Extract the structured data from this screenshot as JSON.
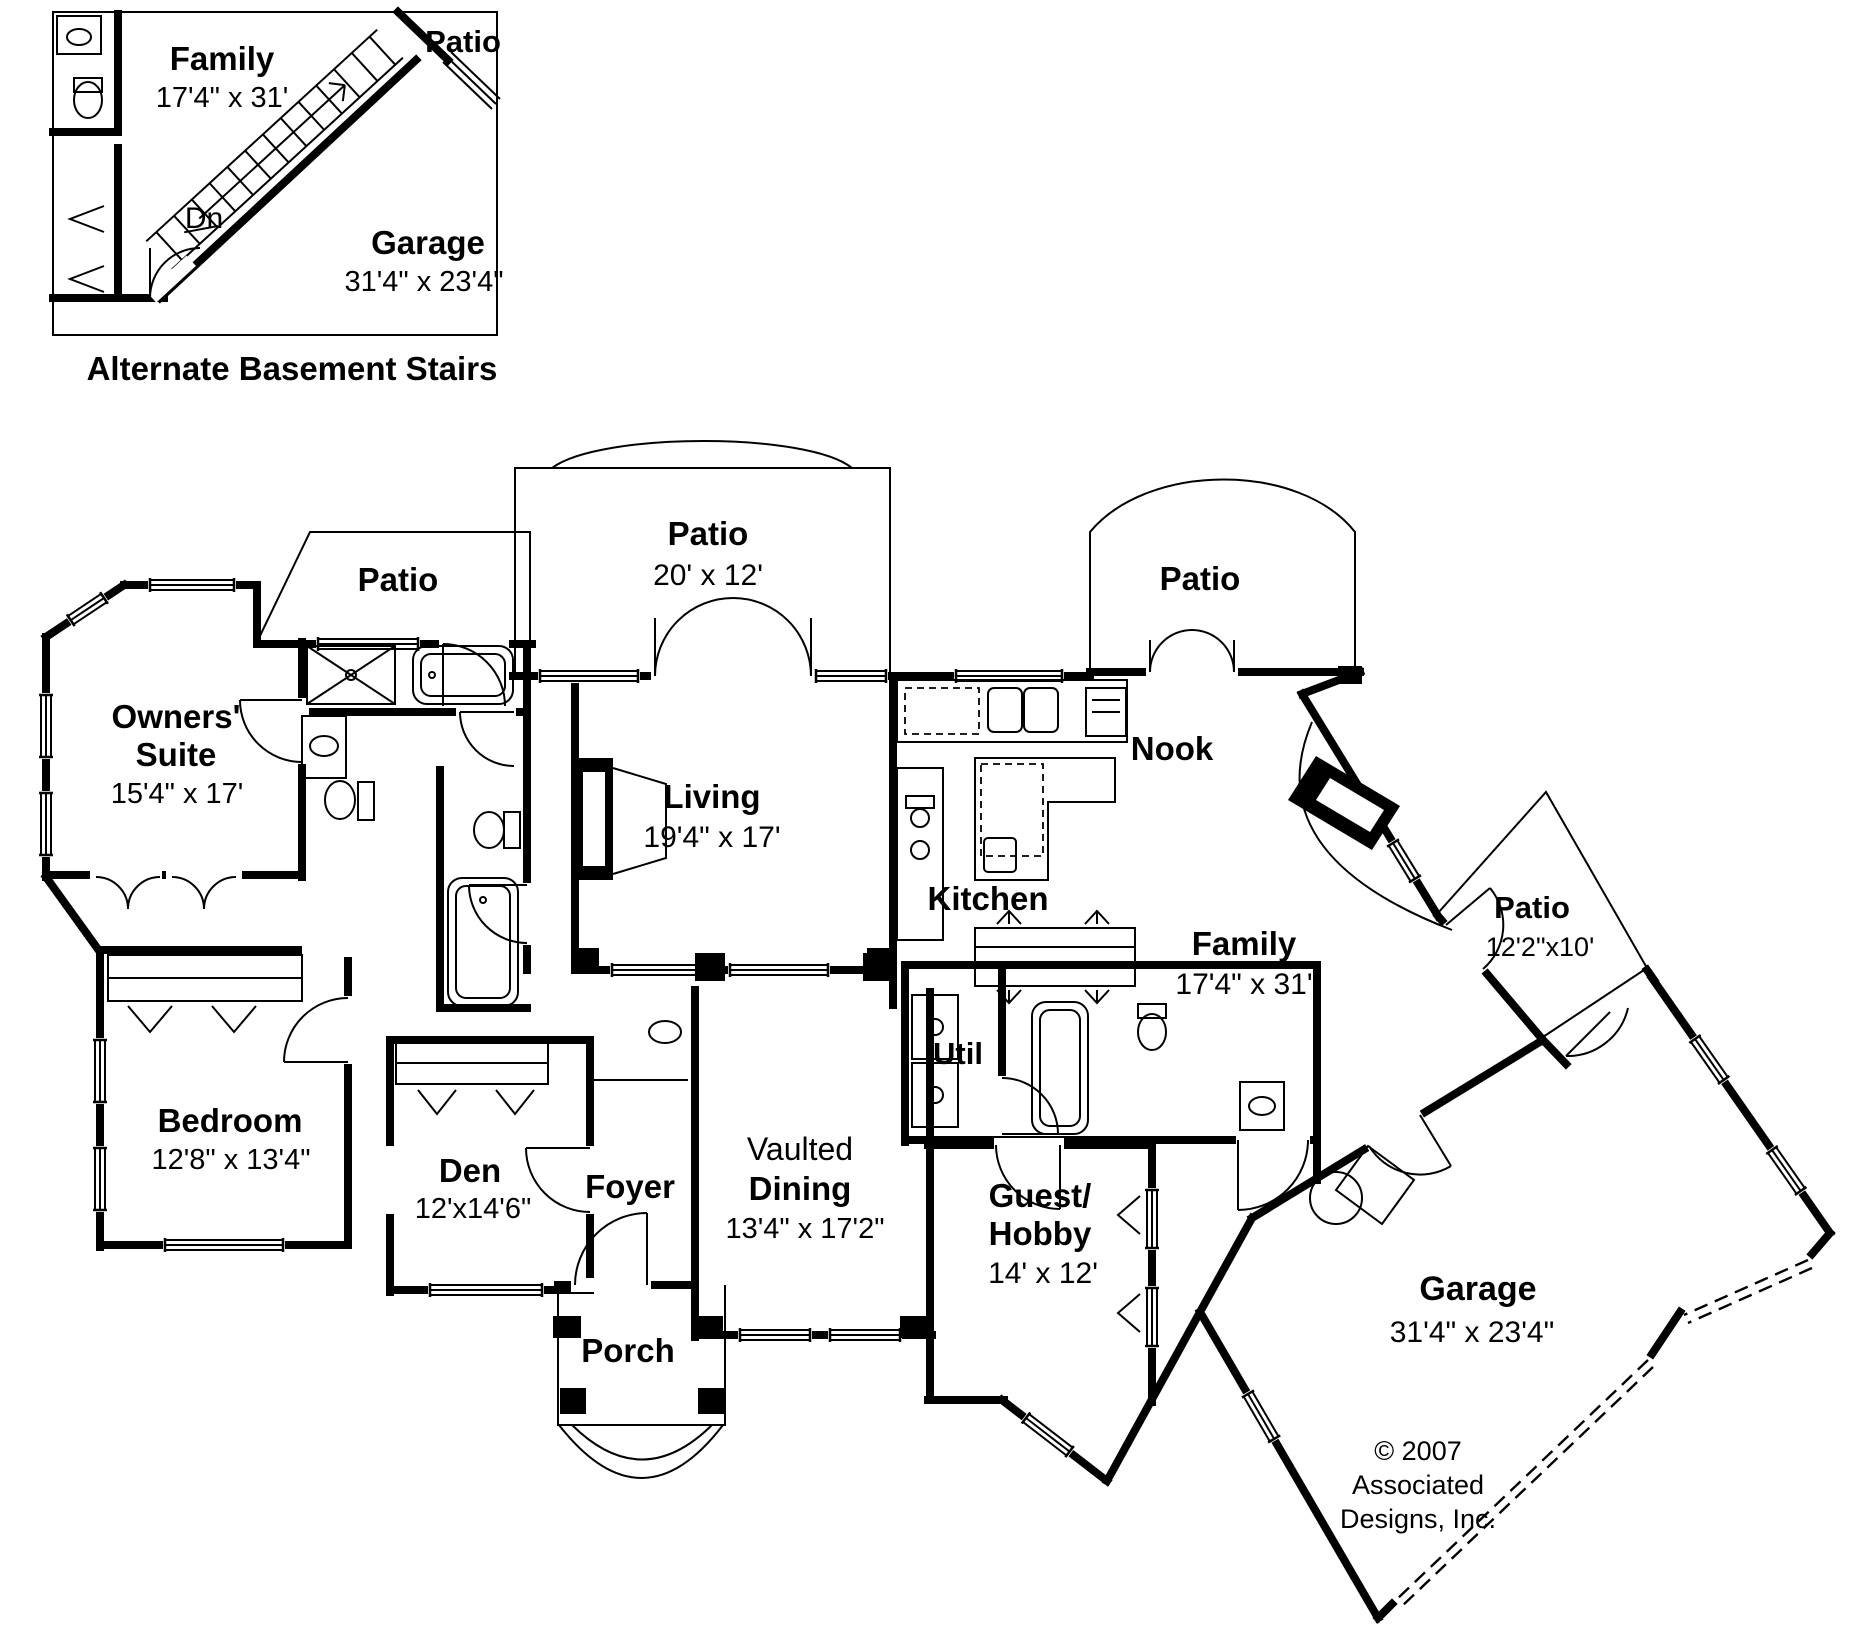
{
  "inset": {
    "family": "Family",
    "family_dims": "17'4\" x 31'",
    "patio": "Patio",
    "dn": "Dn",
    "garage": "Garage",
    "garage_dims": "31'4\" x 23'4\"",
    "caption": "Alternate Basement Stairs"
  },
  "main": {
    "patio_left": "Patio",
    "patio_top": "Patio",
    "patio_top_dims": "20' x 12'",
    "patio_right": "Patio",
    "owners_line1": "Owners'",
    "owners_line2": "Suite",
    "owners_dims": "15'4\" x 17'",
    "living": "Living",
    "living_dims": "19'4\" x 17'",
    "kitchen": "Kitchen",
    "nook": "Nook",
    "family": "Family",
    "family_dims": "17'4\" x 31'",
    "patio_diag": "Patio",
    "patio_diag_dims": "12'2\"x10'",
    "bedroom": "Bedroom",
    "bedroom_dims": "12'8\" x 13'4\"",
    "den": "Den",
    "den_dims": "12'x14'6\"",
    "foyer": "Foyer",
    "dining_line1": "Vaulted",
    "dining_line2": "Dining",
    "dining_dims": "13'4\" x 17'2\"",
    "util": "Util",
    "guest_line1": "Guest/",
    "guest_line2": "Hobby",
    "guest_dims": "14' x 12'",
    "porch": "Porch",
    "garage": "Garage",
    "garage_dims": "31'4\" x 23'4\""
  },
  "copyright": {
    "line1": "© 2007",
    "line2": "Associated",
    "line3": "Designs, Inc."
  }
}
